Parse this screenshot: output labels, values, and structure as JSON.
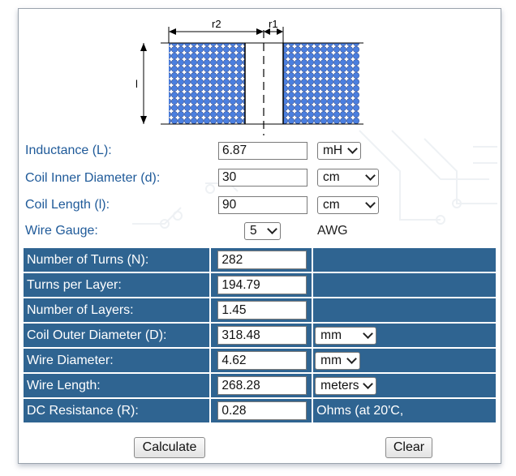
{
  "diagram": {
    "r2_label": "r2",
    "r1_label": "r1",
    "l_label": "l"
  },
  "inputs": {
    "inductance": {
      "label": "Inductance (L):",
      "value": "6.87",
      "unit": "mH"
    },
    "inner_diameter": {
      "label": "Coil Inner Diameter (d):",
      "value": "30",
      "unit": "cm"
    },
    "coil_length": {
      "label": "Coil Length (l):",
      "value": "90",
      "unit": "cm"
    },
    "wire_gauge": {
      "label": "Wire Gauge:",
      "value": "5",
      "unit": "AWG"
    }
  },
  "results": [
    {
      "label": "Number of Turns (N):",
      "value": "282",
      "unit": ""
    },
    {
      "label": "Turns per Layer:",
      "value": "194.79",
      "unit": ""
    },
    {
      "label": "Number of Layers:",
      "value": "1.45",
      "unit": ""
    },
    {
      "label": "Coil Outer Diameter (D):",
      "value": "318.48",
      "unit": "mm"
    },
    {
      "label": "Wire Diameter:",
      "value": "4.62",
      "unit": "mm"
    },
    {
      "label": "Wire Length:",
      "value": "268.28",
      "unit": "meters"
    },
    {
      "label": "DC Resistance (R):",
      "value": "0.28",
      "unit": "Ohms (at 20'C,"
    }
  ],
  "buttons": {
    "calculate": "Calculate",
    "clear": "Clear"
  },
  "colors": {
    "label_blue": "#1f5a99",
    "table_blue": "#2f6491",
    "coil_blue": "#4a7fe0"
  }
}
